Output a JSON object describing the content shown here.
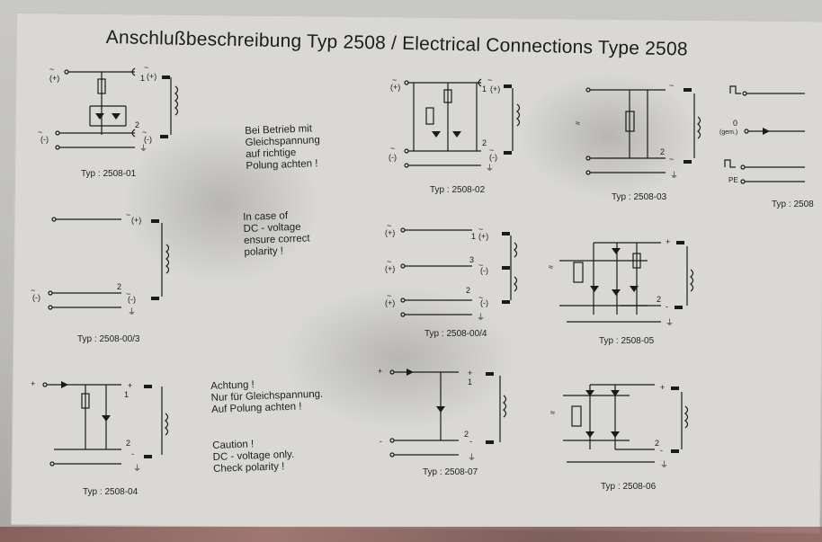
{
  "title": "Anschlußbeschreibung Typ 2508 / Electrical Connections Type 2508",
  "notes": {
    "german_dc": "Bei Betrieb mit\nGleichspannung\nauf richtige\nPolung achten !",
    "english_dc": "In case of\nDC - voltage\nensure correct\npolarity !",
    "german_dc_only": "Achtung !\nNur für Gleichspannung.\nAuf Polung achten !",
    "english_dc_only": "Caution !\nDC - voltage only.\nCheck polarity !"
  },
  "types": {
    "t01": "Typ : 2508-01",
    "t02": "Typ : 2508-02",
    "t03": "Typ : 2508-03",
    "t_right": "Typ : 2508",
    "t00_3": "Typ : 2508-00/3",
    "t00_4": "Typ : 2508-00/4",
    "t05": "Typ : 2508-05",
    "t04": "Typ : 2508-04",
    "t07": "Typ : 2508-07",
    "t06": "Typ : 2508-06"
  },
  "legend": {
    "gem": "(gem.)",
    "pe": "PE",
    "zero": "0"
  }
}
